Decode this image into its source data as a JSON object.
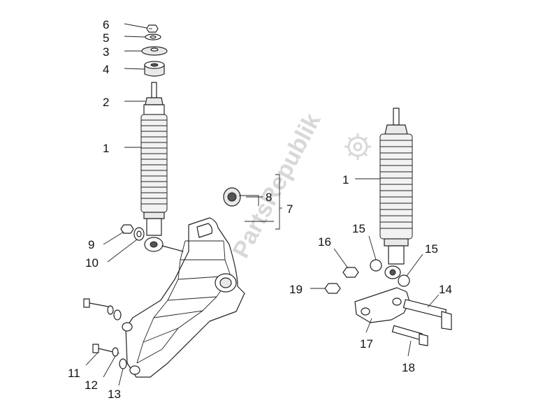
{
  "watermark": {
    "text": "PartsRepublik",
    "icon": "gear-icon"
  },
  "callouts": [
    {
      "id": "c6",
      "label": "6"
    },
    {
      "id": "c5",
      "label": "5"
    },
    {
      "id": "c3",
      "label": "3"
    },
    {
      "id": "c4",
      "label": "4"
    },
    {
      "id": "c2",
      "label": "2"
    },
    {
      "id": "c1a",
      "label": "1"
    },
    {
      "id": "c1b",
      "label": "1"
    },
    {
      "id": "c8",
      "label": "8"
    },
    {
      "id": "c7",
      "label": "7"
    },
    {
      "id": "c9",
      "label": "9"
    },
    {
      "id": "c10",
      "label": "10"
    },
    {
      "id": "c15a",
      "label": "15"
    },
    {
      "id": "c15b",
      "label": "15"
    },
    {
      "id": "c16",
      "label": "16"
    },
    {
      "id": "c19",
      "label": "19"
    },
    {
      "id": "c14",
      "label": "14"
    },
    {
      "id": "c17",
      "label": "17"
    },
    {
      "id": "c18",
      "label": "18"
    },
    {
      "id": "c11",
      "label": "11"
    },
    {
      "id": "c12",
      "label": "12"
    },
    {
      "id": "c13",
      "label": "13"
    }
  ]
}
